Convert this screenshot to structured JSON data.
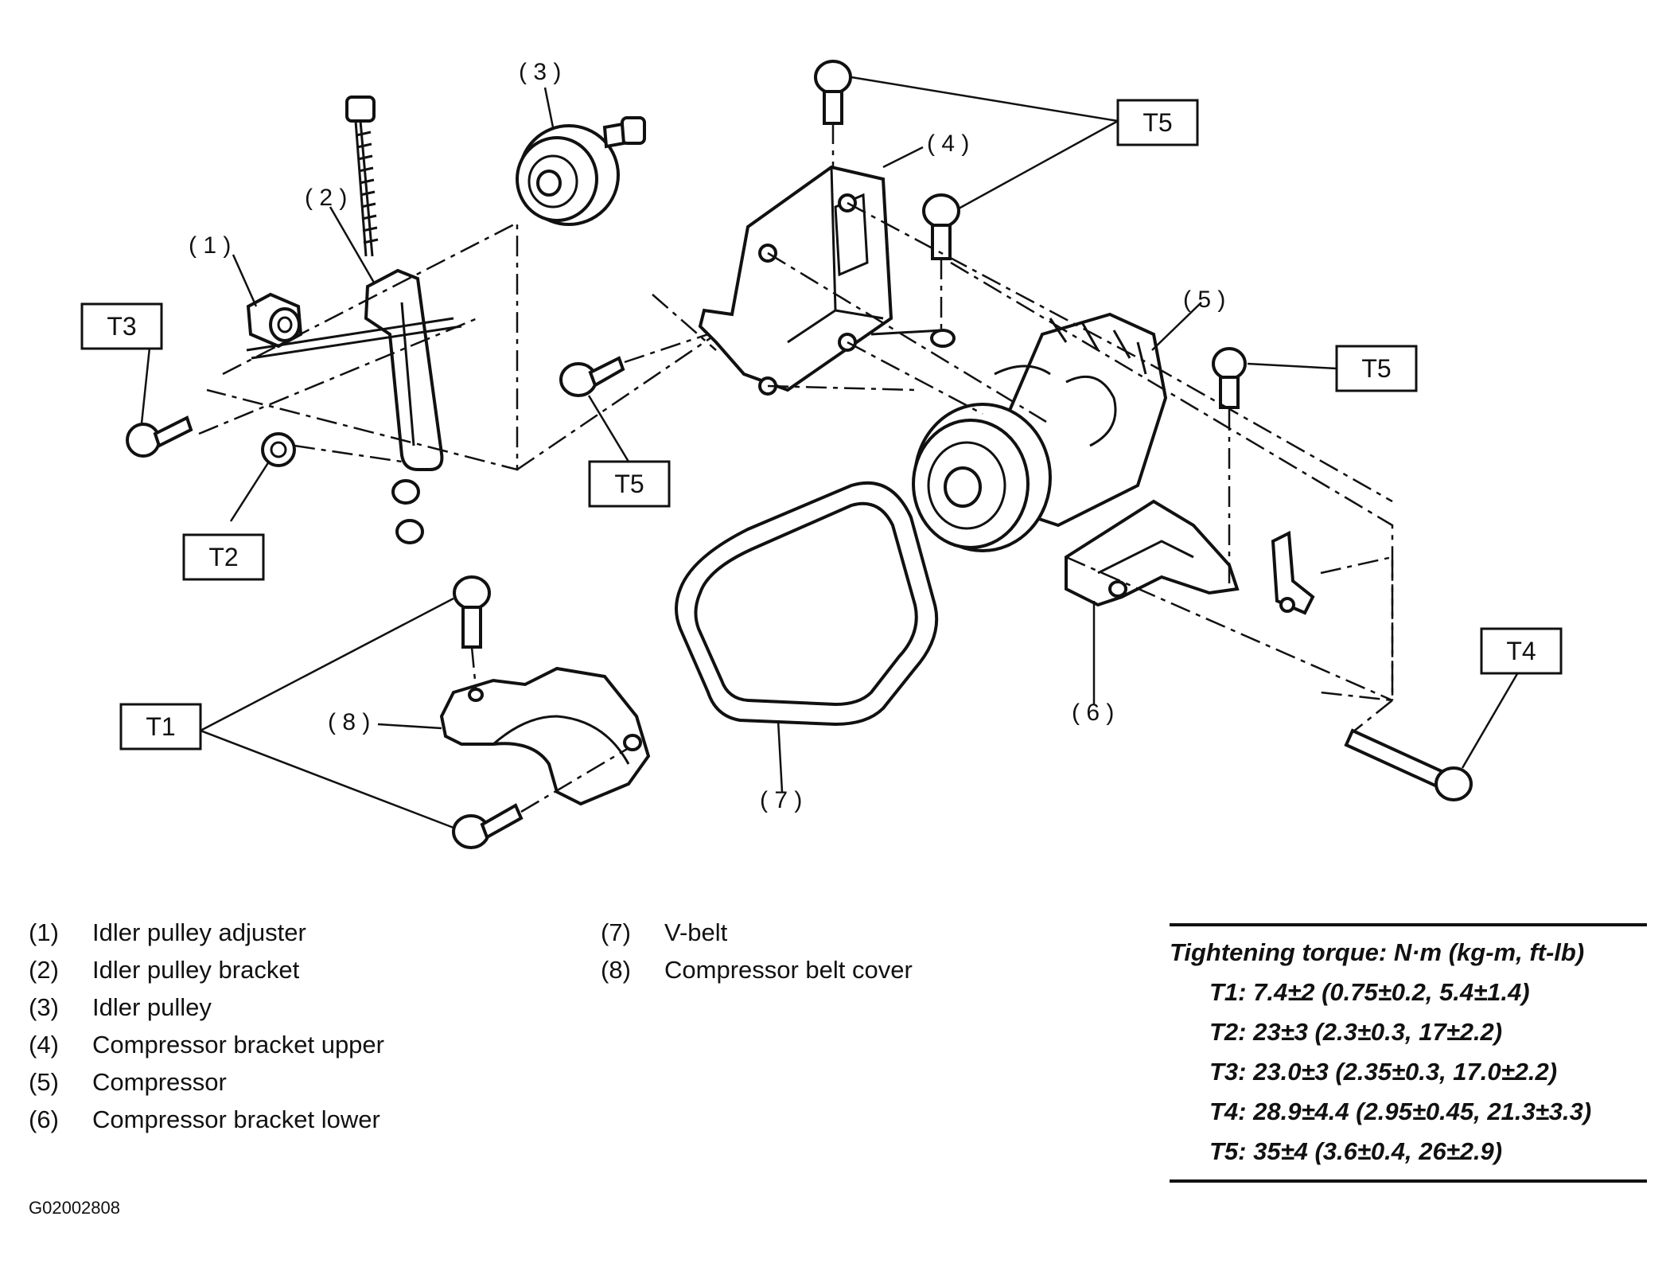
{
  "callouts": {
    "c1": "( 1 )",
    "c2": "( 2 )",
    "c3": "( 3 )",
    "c4": "( 4 )",
    "c5": "( 5 )",
    "c6": "( 6 )",
    "c7": "( 7 )",
    "c8": "( 8 )"
  },
  "torque_tags": {
    "t1": "T1",
    "t2": "T2",
    "t3": "T3",
    "t4": "T4",
    "t5a": "T5",
    "t5b": "T5",
    "t5c": "T5"
  },
  "legend_left": [
    {
      "num": "(1)",
      "label": "Idler pulley adjuster"
    },
    {
      "num": "(2)",
      "label": "Idler pulley bracket"
    },
    {
      "num": "(3)",
      "label": "Idler pulley"
    },
    {
      "num": "(4)",
      "label": "Compressor bracket upper"
    },
    {
      "num": "(5)",
      "label": "Compressor"
    },
    {
      "num": "(6)",
      "label": "Compressor bracket lower"
    }
  ],
  "legend_right": [
    {
      "num": "(7)",
      "label": "V-belt"
    },
    {
      "num": "(8)",
      "label": "Compressor belt cover"
    }
  ],
  "torque": {
    "title": "Tightening torque: N·m (kg-m, ft-lb)",
    "rows": [
      "T1: 7.4±2 (0.75±0.2, 5.4±1.4)",
      "T2: 23±3 (2.3±0.3, 17±2.2)",
      "T3: 23.0±3 (2.35±0.3, 17.0±2.2)",
      "T4: 28.9±4.4 (2.95±0.45, 21.3±3.3)",
      "T5: 35±4 (3.6±0.4, 26±2.9)"
    ]
  },
  "figure_id": "G02002808"
}
